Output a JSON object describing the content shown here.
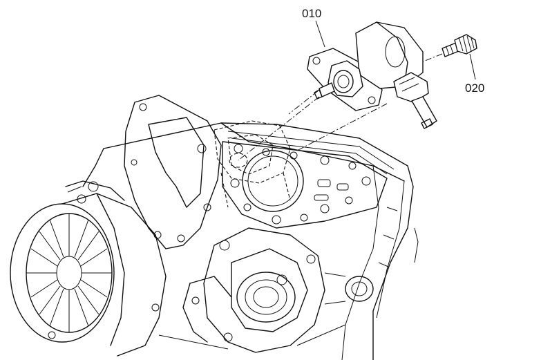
{
  "callouts": [
    {
      "id": "callout-010",
      "text": "010"
    },
    {
      "id": "callout-020",
      "text": "020"
    }
  ],
  "colors": {
    "line": "#111111",
    "background": "#ffffff"
  }
}
